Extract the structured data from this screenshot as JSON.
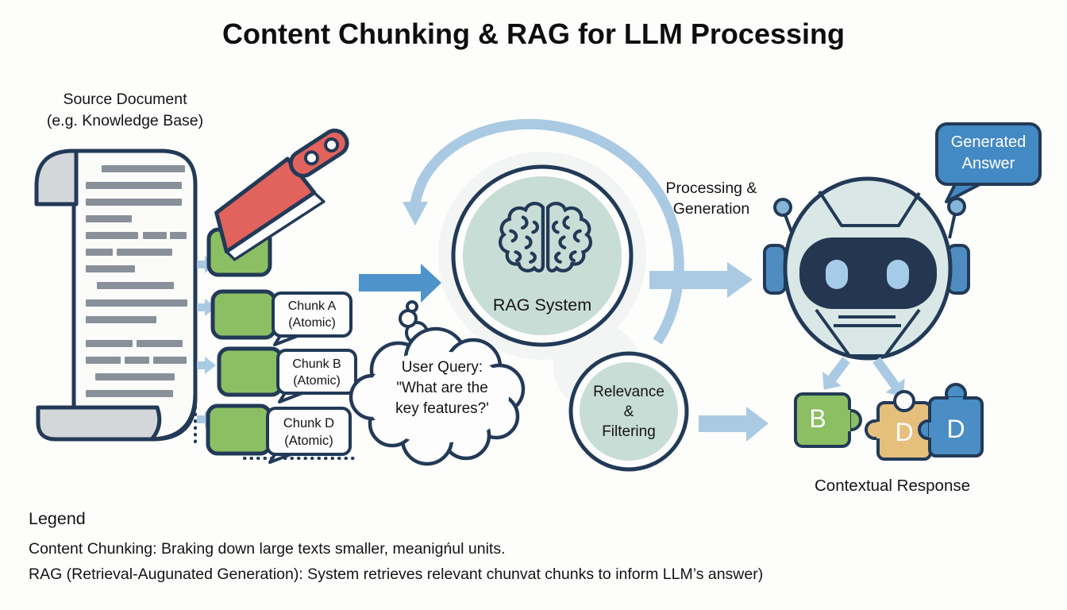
{
  "title": "Content Chunking & RAG for LLM Processing",
  "source_document": {
    "line1": "Source Document",
    "line2": "(e.g. Knowledge Base)"
  },
  "chunks": [
    {
      "name": "Chunk A",
      "qualifier": "(Atomic)"
    },
    {
      "name": "Chunk B",
      "qualifier": "(Atomic)"
    },
    {
      "name": "Chunk D",
      "qualifier": "(Atomic)"
    }
  ],
  "rag_system_label": "RAG System",
  "user_query": {
    "line1": "User Query:",
    "line2": "\"What are the",
    "line3": "key features?'"
  },
  "processing_label": {
    "line1": "Processing &",
    "line2": "Generation"
  },
  "generated_answer": {
    "line1": "Generated",
    "line2": "Answer"
  },
  "relevance_filtering": {
    "line1": "Relevance",
    "line2": "&",
    "line3": "Filtering"
  },
  "puzzle": {
    "letters": [
      "B",
      "D",
      "D"
    ],
    "caption": "Contextual Response"
  },
  "legend": {
    "heading": "Legend",
    "items": [
      {
        "term": "Content Chunking:",
        "definition": " Braking down large texts smaller, meanigńul units."
      },
      {
        "term": "RAG (Retrieval-Augunated Generation):",
        "definition": " System retrieves relevant chunvat chunks to inform LLM’s answer)"
      }
    ]
  },
  "icons": {
    "knife": "cleaver-knife-icon",
    "brain": "brain-icon",
    "robot": "robot-head-icon",
    "cloud": "thought-bubble-icon",
    "puzzle": "puzzle-pieces-icon",
    "scroll": "scroll-document-icon"
  },
  "colors": {
    "navy_outline": "#223a57",
    "chunk_green": "#8cbf64",
    "knife_red": "#e2625d",
    "light_blue_arrow": "#a9cae2",
    "solid_blue_arrow": "#4e93ca",
    "teal_circle": "#c9ddd7",
    "robot_head": "#d9e8e6",
    "visor_navy": "#253750",
    "eye_blue": "#a5cbe8",
    "speech_bubble_blue": "#4389c4",
    "puzzle_tan": "#e7bf7d",
    "puzzle_blue": "#4a8ec5",
    "doc_text_gray": "#8a9099",
    "scroll_curl_gray": "#d4d7da"
  }
}
